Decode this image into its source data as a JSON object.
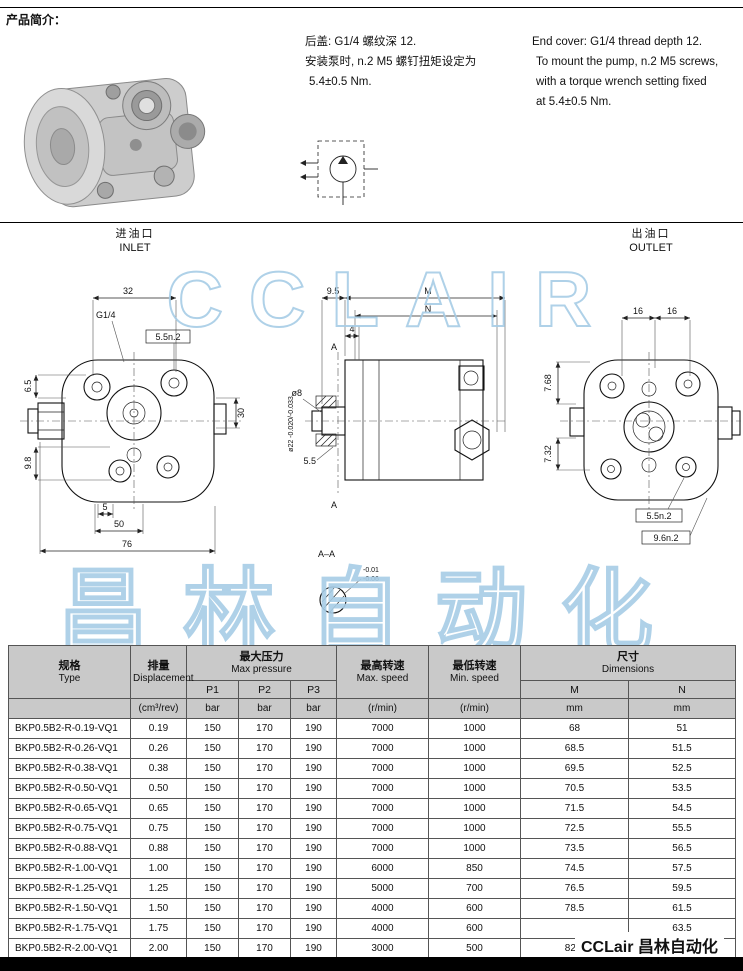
{
  "page": {
    "section_title": "产品简介：",
    "footer_brand": "CCLair 昌林自动化"
  },
  "notes_cn": {
    "l1": "后盖: G1/4 螺纹深 12.",
    "l2": "安装泵时, n.2 M5 螺钉扭矩设定为",
    "l3": "5.4±0.5 Nm."
  },
  "notes_en": {
    "l1": "End cover: G1/4 thread depth 12.",
    "l2": "To mount the pump, n.2 M5 screws,",
    "l3": "with a torque wrench setting fixed",
    "l4": "at 5.4±0.5 Nm."
  },
  "ports": {
    "inlet_cn": "进油口",
    "inlet_en": "INLET",
    "outlet_cn": "出油口",
    "outlet_en": "OUTLET"
  },
  "watermarks": {
    "top": "CCLAIR",
    "middle": "昌林自动化",
    "color": "#a7cde6"
  },
  "dims": {
    "left": {
      "w32": "32",
      "g14": "G1/4",
      "n55": "5.5n.2",
      "h65": "6.5",
      "h98": "9.8",
      "h30": "30",
      "w5": "5",
      "w50": "50",
      "w76": "76"
    },
    "center": {
      "w95": "9.5",
      "m": "M",
      "n": "N",
      "w4": "4",
      "d8": "ø8",
      "d22": "ø22 -0.020/-0.033",
      "h55": "5.5",
      "a_top": "A",
      "a_bot": "A",
      "section": "A–A",
      "tol1": "-0.01",
      "tol2": "-0.06"
    },
    "right": {
      "w16a": "16",
      "w16b": "16",
      "h768": "7.68",
      "h732": "7.32",
      "n55": "5.5n.2",
      "n96": "9.6n.2"
    }
  },
  "table": {
    "headers": {
      "type_cn": "规格",
      "type_en": "Type",
      "disp_cn": "排量",
      "disp_en": "Displacement",
      "maxp_cn": "最大压力",
      "maxp_en": "Max pressure",
      "maxs_cn": "最高转速",
      "maxs_en": "Max. speed",
      "mins_cn": "最低转速",
      "mins_en": "Min. speed",
      "dims_cn": "尺寸",
      "dims_en": "Dimensions",
      "p1": "P1",
      "p2": "P2",
      "p3": "P3",
      "m": "M",
      "n": "N"
    },
    "units": {
      "disp": "(cm³/rev)",
      "p1": "bar",
      "p2": "bar",
      "p3": "bar",
      "maxs": "(r/min)",
      "mins": "(r/min)",
      "m": "mm",
      "n": "mm"
    },
    "rows": [
      [
        "BKP0.5B2-R-0.19-VQ1",
        "0.19",
        "150",
        "170",
        "190",
        "7000",
        "1000",
        "68",
        "51"
      ],
      [
        "BKP0.5B2-R-0.26-VQ1",
        "0.26",
        "150",
        "170",
        "190",
        "7000",
        "1000",
        "68.5",
        "51.5"
      ],
      [
        "BKP0.5B2-R-0.38-VQ1",
        "0.38",
        "150",
        "170",
        "190",
        "7000",
        "1000",
        "69.5",
        "52.5"
      ],
      [
        "BKP0.5B2-R-0.50-VQ1",
        "0.50",
        "150",
        "170",
        "190",
        "7000",
        "1000",
        "70.5",
        "53.5"
      ],
      [
        "BKP0.5B2-R-0.65-VQ1",
        "0.65",
        "150",
        "170",
        "190",
        "7000",
        "1000",
        "71.5",
        "54.5"
      ],
      [
        "BKP0.5B2-R-0.75-VQ1",
        "0.75",
        "150",
        "170",
        "190",
        "7000",
        "1000",
        "72.5",
        "55.5"
      ],
      [
        "BKP0.5B2-R-0.88-VQ1",
        "0.88",
        "150",
        "170",
        "190",
        "7000",
        "1000",
        "73.5",
        "56.5"
      ],
      [
        "BKP0.5B2-R-1.00-VQ1",
        "1.00",
        "150",
        "170",
        "190",
        "6000",
        "850",
        "74.5",
        "57.5"
      ],
      [
        "BKP0.5B2-R-1.25-VQ1",
        "1.25",
        "150",
        "170",
        "190",
        "5000",
        "700",
        "76.5",
        "59.5"
      ],
      [
        "BKP0.5B2-R-1.50-VQ1",
        "1.50",
        "150",
        "170",
        "190",
        "4000",
        "600",
        "78.5",
        "61.5"
      ],
      [
        "BKP0.5B2-R-1.75-VQ1",
        "1.75",
        "150",
        "170",
        "190",
        "4000",
        "600",
        "",
        "63.5"
      ],
      [
        "BKP0.5B2-R-2.00-VQ1",
        "2.00",
        "150",
        "170",
        "190",
        "3000",
        "500",
        "82.5",
        ""
      ]
    ]
  }
}
